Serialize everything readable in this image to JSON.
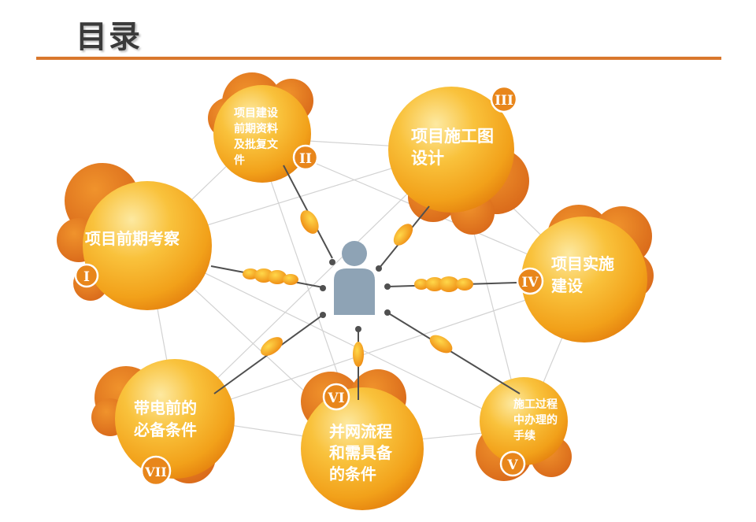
{
  "header": {
    "title": "目录"
  },
  "colors": {
    "accent": "#d9782d",
    "sphere_light": "#fde9a1",
    "sphere_mid": "#f7b01e",
    "sphere_dark": "#e88612",
    "back_bubble": "#e57a1e",
    "person": "#8ea3b5",
    "connector": "#505050",
    "web_line": "#cfcfcf"
  },
  "person": {
    "icon": "person-icon"
  },
  "nodes": [
    {
      "id": "i",
      "numeral": "I",
      "lines": [
        "项目前期考察"
      ]
    },
    {
      "id": "ii",
      "numeral": "II",
      "lines": [
        "项目建设",
        "前期资料",
        "及批复文",
        "件"
      ]
    },
    {
      "id": "iii",
      "numeral": "III",
      "lines": [
        "项目施工图",
        "设计"
      ]
    },
    {
      "id": "iv",
      "numeral": "IV",
      "lines": [
        "项目实施",
        "建设"
      ]
    },
    {
      "id": "v",
      "numeral": "V",
      "lines": [
        "施工过程",
        "中办理的",
        "手续"
      ]
    },
    {
      "id": "vi",
      "numeral": "VI",
      "lines": [
        "并网流程",
        "和需具备",
        "的条件"
      ]
    },
    {
      "id": "vii",
      "numeral": "VII",
      "lines": [
        "带电前的",
        "必备条件"
      ]
    }
  ]
}
